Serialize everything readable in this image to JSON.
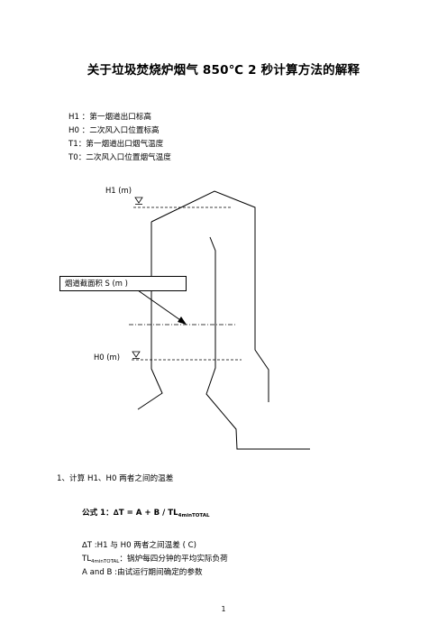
{
  "title": "关于垃圾焚烧炉烟气 850℃ 2 秒计算方法的解释",
  "definitions": [
    "H1 ：第一烟道出口标高",
    "H0 ：二次风入口位置标高",
    "T1：第一烟道出口烟气温度",
    "T0：二次风入口位置烟气温度"
  ],
  "diagram": {
    "h1_label": "H1 (m)",
    "h0_label": "H0 (m)",
    "section_box": "烟道截面积  S (m )"
  },
  "step1": "1、计算 H1、H0 两者之间的温差",
  "formula": {
    "prefix": "公式 1：∆T   =   A   +   B   /   TL",
    "sub": "4minTOTAL"
  },
  "explanations": {
    "delta": "∆T :H1 与 H0 两者之间温差 ( C)",
    "tl_main": "TL",
    "tl_sub": "4minTOTAL",
    "tl_rest": "：锅炉每四分钟的平均实际负荷",
    "ab": "A and B :由试运行期间确定的参数"
  },
  "page_number": "1"
}
